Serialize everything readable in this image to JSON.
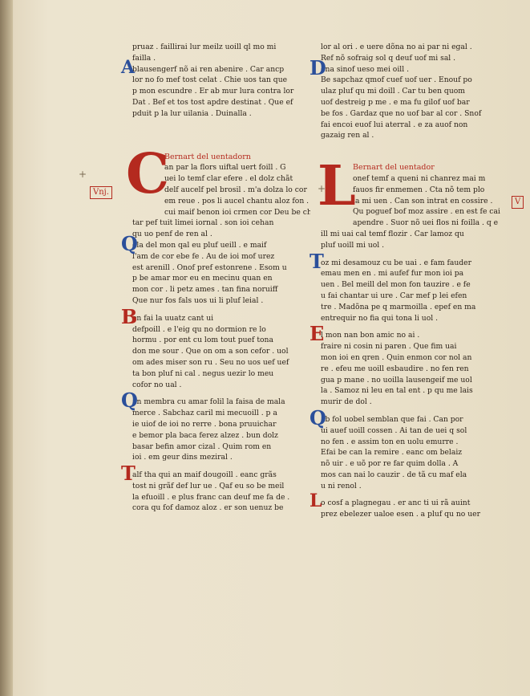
{
  "left": {
    "s0": [
      "pruaz . faillirai lur meilz uoill ql mo mi",
      "failla ."
    ],
    "s1_initial": "A",
    "s1": [
      "blausengerf nõ ai ren abenire . Car ancp",
      "lor no fo mef tost celat . Chie uos tan que",
      "p mon escundre . Er ab mur lura contra lor",
      "Dat . Bef et tos tost apdre destinat . Que ef",
      "pduit p la lur uilania . Duinalla ."
    ],
    "s2_rubric": "Bernart del uentadorn",
    "s2": [
      "an par la flors uiftal uert foill . G",
      "uei lo temf clar efere . el dolz chãt",
      "delf aucelf pel brosil . m'a dolza lo cor",
      "em reue . pos li aucel chantu aloz fon . Eu",
      "cui maif benon ioi crmen cor Deu be chan",
      "tar pef tuit limei iornal . son ioi cehan",
      "qu uo penf de ren al ."
    ],
    "s3_initial": "Q",
    "s3": [
      "ela del mon qal eu pluf ueill . e maif",
      "l'am de cor ebe fe . Au de ioi mof urez",
      "est arenill . Onof pref estonrene . Esom u",
      "p be amar mor eu en mecinu quan en",
      "mon cor . li petz ames . tan fina noruiff",
      "Que nur fos fals uos ui li pluf leial ."
    ],
    "s4_initial": "B",
    "s4": [
      "en fai la uuatz cant ui",
      "defpoill . e l'eig qu no dormion re lo",
      "hormu . por ent cu lom tout puef tona",
      "don me sour . Que on om a son cefor . uol",
      "om ades miser son ru . Seu no uos uef uef",
      "ta bon pluf ni cal . negus uezir lo meu",
      "cofor no ual ."
    ],
    "s5_initial": "Q",
    "s5": [
      "an membra cu amar folil la faisa de mala",
      "merce . Sabchaz caril mi mecuoill . p a",
      "ie uiof de ioi no rerre . bona pruuichar",
      "e bemor pla baca ferez alzez . bun dolz",
      "basar befin amor cizal . Quim rom en",
      "ioi . em geur dins meziral ."
    ],
    "s6_initial": "T",
    "s6": [
      "alf tha qui an maif dougoill . eanc grãs",
      "tost ni grãf def lur ue . Qaf eu so be meil",
      "la efuoill . e plus franc can deuf me fa de .",
      "cora qu fof damoz aloz . er son uenuz be"
    ]
  },
  "right": {
    "s0": [
      "lor al ori . e uere dõna no ai par ni egal .",
      "Ref nõ sofraig sol q deuf uof mi sal ."
    ],
    "s1_initial": "D",
    "s1": [
      "õna sinof ueso mei oill .",
      "Be sapchaz qmof cuef uof uer . Enouf po",
      "ulaz pluf qu mi doill . Car tu ben quom",
      "uof destreig p me . e ma fu gilof uof bar",
      "be fos . Gardaz que no uof bar al cor . Snof",
      "fai encoi euof lui aterral . e za auof non",
      "gazaig ren al ."
    ],
    "s2_rubric": "Bernart del uentador",
    "s2": [
      "onef temf a queni ni chanrez mai m",
      "fauos fir enmemen . Cta nõ tem plo",
      "la mi uen . Can son intrat en cossire .",
      "Qu poguef bof moz assire . en est fe cai",
      "apendre . Suor nõ uei flos ni foilla . q e",
      "ill mi uai cal temf flozir . Car lamoz qu",
      "pluf uoill mi uol ."
    ],
    "s3_initial": "T",
    "s3": [
      "oz mi desamouz cu be uai . e fam fauder",
      "emau men en . mi aufef fur mon ioi pa",
      "uen . Bel meill del mon fon tauzire . e fe",
      "u fai chantar ui ure . Car mef p lei efen",
      "tre . Madõna pe q marmoilla . epef en ma",
      "entrequir no fia qui tona li uol ."
    ],
    "s4_initial": "E",
    "s4": [
      "l mon nan bon amic no ai .",
      "fraire ni cosin ni paren . Que fim uai",
      "mon ioi en qren . Quin enmon cor nol an",
      "re . efeu me uoill esbaudire . no fen ren",
      "gua p mane . no uoilla lausengeif me uol",
      "la . Samoz ni leu en tal ent . p qu me lais",
      "murir de dol ."
    ],
    "s5_initial": "Q",
    "s5": [
      "ab fol uobel semblan que fai . Can por",
      "ui auef uoill cossen . Ai tan de uei q sol",
      "no fen . e assim ton en uolu emurre .",
      "Efai be can la remire . eanc om belaiz",
      "nõ uir . e uõ por re far quim dolla . A",
      "mos can nai lo cauzir . de tã cu maf ela",
      "u ni renol ."
    ],
    "s6_initial": "L",
    "s6": [
      "o cosf a plagnegau . er anc ti ui rã auint",
      "prez ebelezer ualoe esen . a pluf qu no uer"
    ]
  },
  "margin": {
    "left_note": "Vnj.",
    "right_note": "V"
  }
}
